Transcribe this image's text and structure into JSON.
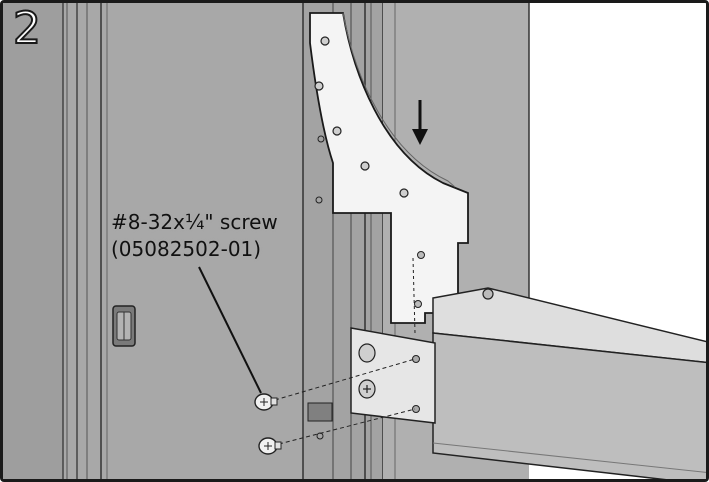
{
  "step": {
    "number": "2"
  },
  "callout": {
    "line1": "#8-32x¼\" screw",
    "line2": "(05082502-01)"
  },
  "colors": {
    "frame": "#1a1a1a",
    "panel": "#a7a7a7",
    "panel_dark": "#8f8f8f",
    "bracket": "#f2f2f2",
    "beam": "#bdbdbd",
    "background": "#ffffff"
  }
}
